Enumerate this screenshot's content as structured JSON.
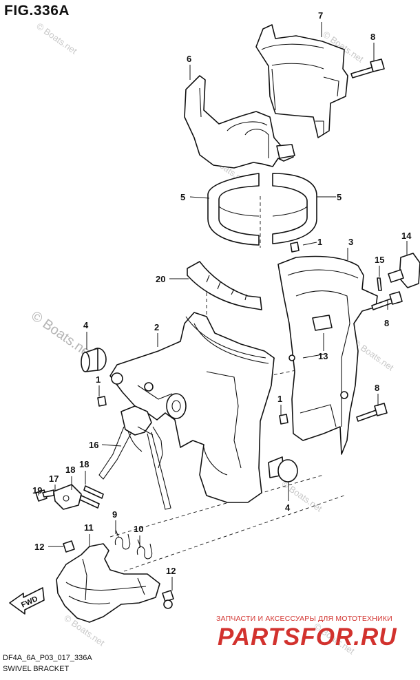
{
  "figure": {
    "title": "FIG.336A"
  },
  "footer": {
    "code": "DF4A_6A_P03_017_336A",
    "name": "SWIVEL BRACKET"
  },
  "watermarks": [
    "© Boats.net",
    "© Boats.net",
    "© Boats.net",
    "© Boats.net",
    "© Boats.net",
    "© Boats.net",
    "© Boats.net",
    "© Boats.net"
  ],
  "shop": {
    "tagline": "ЗАПЧАСТИ И АКСЕССУАРЫ ДЛЯ МОТОТЕХНИКИ",
    "logo": "PARTSFOR.RU"
  },
  "fwd_label": "FWD",
  "callouts": [
    "7",
    "8",
    "6",
    "5",
    "5",
    "1",
    "3",
    "14",
    "15",
    "20",
    "8",
    "4",
    "2",
    "13",
    "1",
    "1",
    "8",
    "16",
    "18",
    "17",
    "18",
    "19",
    "4",
    "9",
    "10",
    "11",
    "12",
    "12"
  ],
  "colors": {
    "line": "#111111",
    "watermark": "#c8c8c8",
    "shop_red": "#d2322e"
  }
}
